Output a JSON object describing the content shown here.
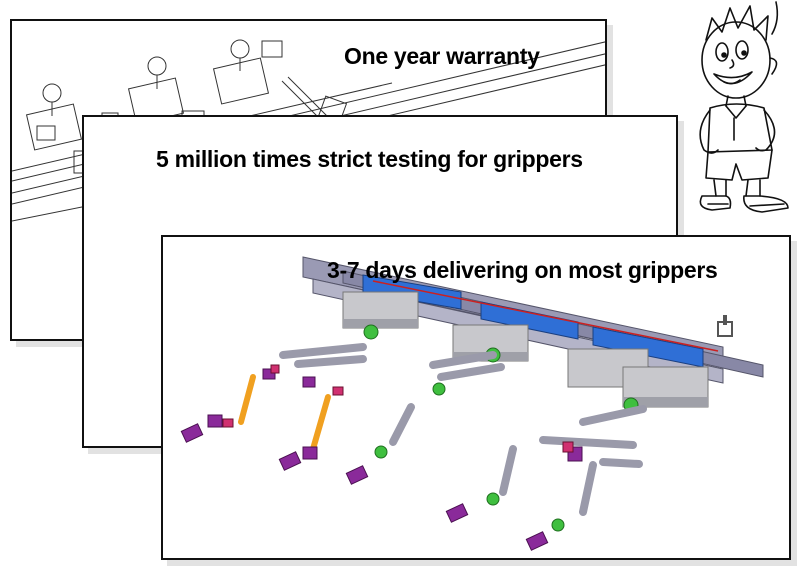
{
  "slides": [
    {
      "headline": "One year warranty",
      "illustration": "gripper-line-drawing"
    },
    {
      "headline": "5 million times strict testing  for grippers",
      "illustration": "none"
    },
    {
      "headline": "3-7 days delivering on most grippers",
      "illustration": "colored-gripper-assembly"
    }
  ],
  "mascot": {
    "illustration": "cartoon-boy-sketch"
  },
  "colors": {
    "rail": "#9a9ab4",
    "bracket_blue": "#2f6fd6",
    "arm_orange": "#f0a020",
    "clamp_purple": "#8a2a9a",
    "mount_green": "#3fbf3f",
    "steel": "#c8c8cc"
  }
}
